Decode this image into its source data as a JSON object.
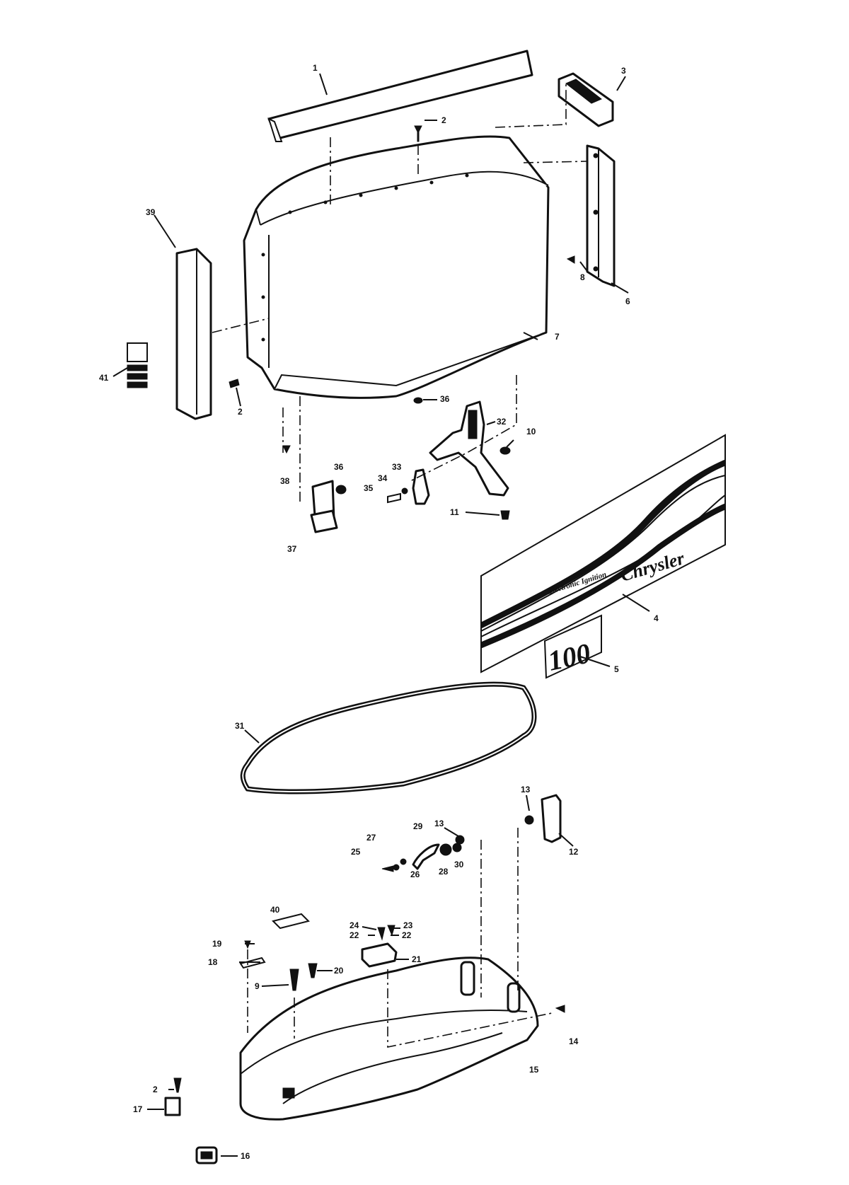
{
  "callouts": {
    "c1": "1",
    "c2a": "2",
    "c2b": "2",
    "c2c": "2",
    "c3": "3",
    "c4": "4",
    "c5": "5",
    "c6": "6",
    "c7": "7",
    "c8": "8",
    "c9": "9",
    "c10": "10",
    "c11": "11",
    "c12": "12",
    "c13a": "13",
    "c13b": "13",
    "c14": "14",
    "c15": "15",
    "c16": "16",
    "c17": "17",
    "c18": "18",
    "c19": "19",
    "c20": "20",
    "c21": "21",
    "c22a": "22",
    "c22b": "22",
    "c23": "23",
    "c24": "24",
    "c25": "25",
    "c26": "26",
    "c27": "27",
    "c28": "28",
    "c29": "29",
    "c30": "30",
    "c31": "31",
    "c32": "32",
    "c33": "33",
    "c34": "34",
    "c35": "35",
    "c36a": "36",
    "c36b": "36",
    "c37": "37",
    "c38": "38",
    "c39": "39",
    "c40": "40",
    "c41": "41"
  },
  "decal": {
    "brand": "Chrysler",
    "ignition": "Electronic Ignition",
    "model_number": "100"
  }
}
